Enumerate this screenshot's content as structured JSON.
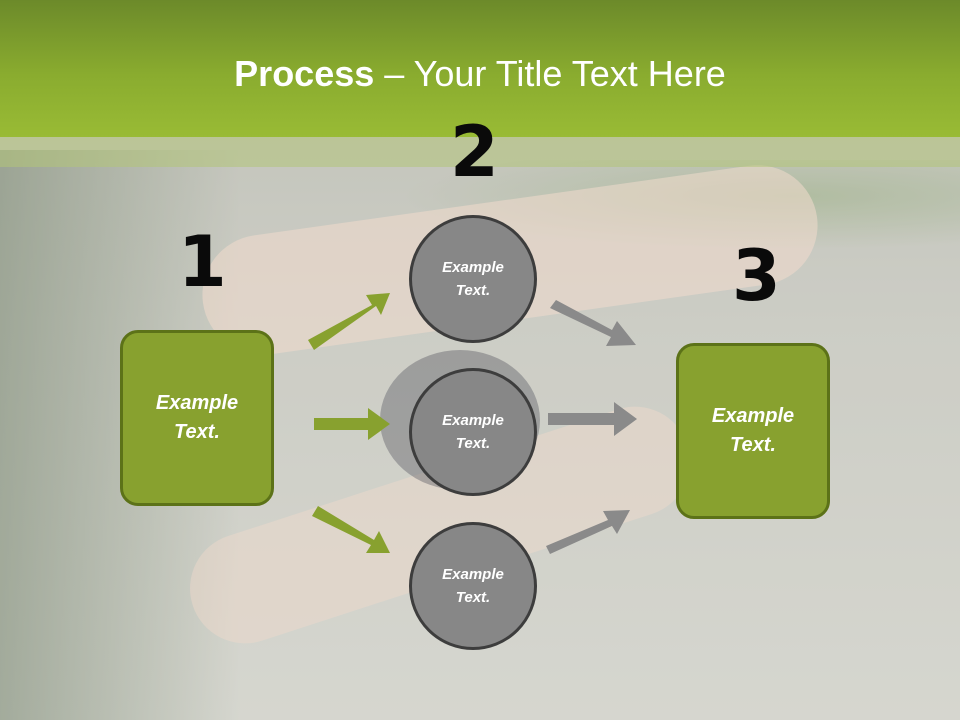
{
  "title": {
    "bold": "Process",
    "rest": " – Your Title Text Here"
  },
  "steps": [
    {
      "number": "1",
      "text": "Example\nText."
    },
    {
      "number": "2",
      "text": "Example\nText."
    },
    {
      "number": "3",
      "text": "Example\nText."
    }
  ],
  "nodes": [
    {
      "text": "Example\nText."
    },
    {
      "text": "Example\nText."
    },
    {
      "text": "Example\nText."
    }
  ],
  "colors": {
    "green": "#88a12f",
    "green_dark": "#5c7218",
    "gray": "#878787",
    "arrow_gray": "#8a8a8a",
    "arrow_green": "#88a12f"
  }
}
